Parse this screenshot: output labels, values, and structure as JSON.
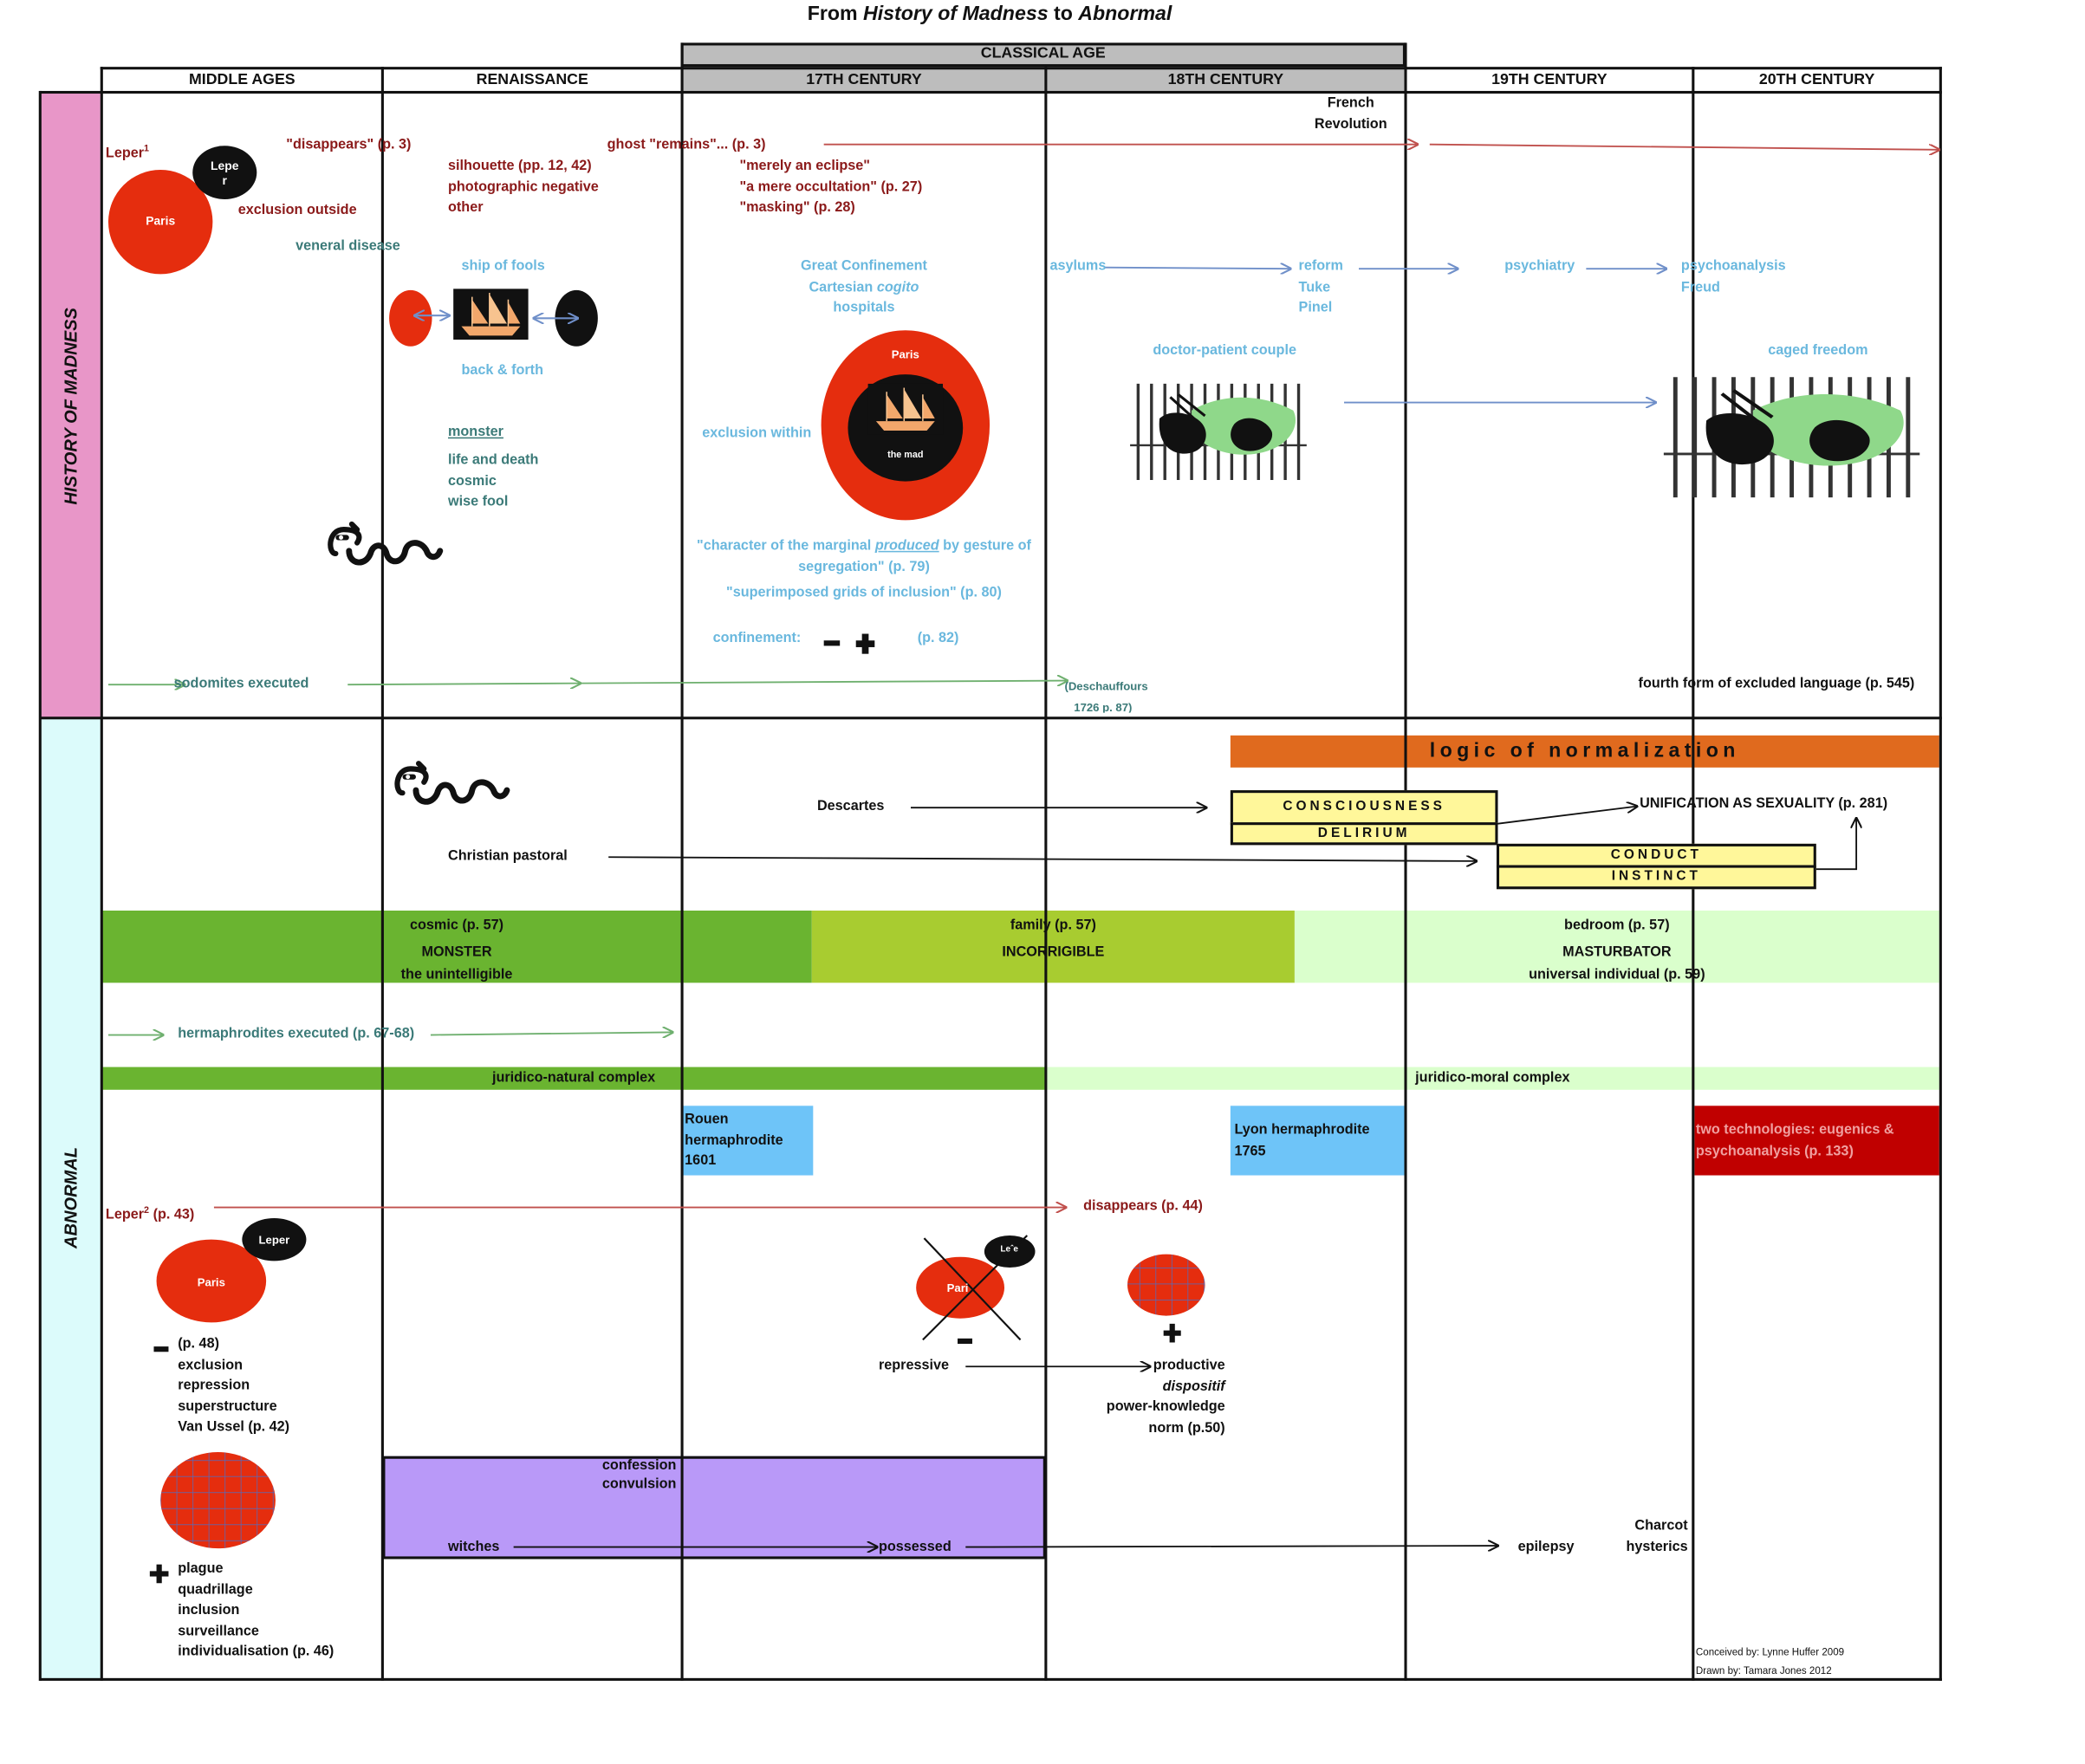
{
  "title": {
    "prefix": "From ",
    "italic1": "History of Madness",
    "middle": " to ",
    "italic2": "Abnormal"
  },
  "periods": {
    "classical_age": "CLASSICAL AGE",
    "middle_ages": "MIDDLE AGES",
    "renaissance": "RENAISSANCE",
    "c17": "17TH CENTURY",
    "c18": "18TH CENTURY",
    "c19": "19TH CENTURY",
    "c20": "20TH CENTURY"
  },
  "row_labels": {
    "madness": "HISTORY OF MADNESS",
    "abnormal": "ABNORMAL"
  },
  "madness": {
    "french_revolution": [
      "French",
      "Revolution"
    ],
    "leper1": "Leper",
    "leper1_sup": "1",
    "leper_circle": [
      "Lepe",
      "r"
    ],
    "paris": "Paris",
    "disappears": "\"disappears\" (p. 3)",
    "exclusion_outside": "exclusion outside",
    "veneral": "veneral disease",
    "ghost_remains": "ghost \"remains\"... (p. 3)",
    "silhouette": [
      "silhouette (pp. 12, 42)",
      "photographic negative",
      "other"
    ],
    "eclipse": [
      "\"merely an eclipse\"",
      "\"a mere occultation\" (p. 27)",
      "\"masking\" (p. 28)"
    ],
    "ship_of_fools": "ship of fools",
    "back_forth": "back & forth",
    "great_confinement": [
      "Great Confinement",
      "Cartesian ",
      "cogito",
      "hospitals"
    ],
    "asylums": "asylums",
    "reform": [
      "reform",
      "Tuke",
      "Pinel"
    ],
    "psychiatry": "psychiatry",
    "psychoanalysis": [
      "psychoanalysis",
      "Freud"
    ],
    "doctor_patient": "doctor-patient couple",
    "caged_freedom": "caged freedom",
    "exclusion_within": "exclusion within",
    "paris2": "Paris",
    "the_mad": "the mad",
    "monster": "monster",
    "life_death": [
      "life and death",
      "cosmic",
      "wise fool"
    ],
    "marginal": [
      "\"character of the marginal ",
      "produced",
      " by gesture of",
      "segregation\" (p. 79)"
    ],
    "superimposed": "\"superimposed grids of inclusion\" (p. 80)",
    "confinement": "confinement:",
    "p82": "(p. 82)",
    "sodomites": "sodomites executed",
    "deschauffours": [
      "(Deschauffours",
      "1726 p. 87)"
    ],
    "fourth_form": "fourth form of excluded language (p. 545)"
  },
  "abnormal": {
    "logic": "logic of normalization",
    "descartes": "Descartes",
    "consciousness": "CONSCIOUSNESS",
    "delirium": "DELIRIUM",
    "conduct": "CONDUCT",
    "instinct": "INSTINCT",
    "unification": "UNIFICATION AS SEXUALITY (p. 281)",
    "christian_pastoral": "Christian pastoral",
    "band_cosmic": [
      "cosmic (p. 57)",
      "MONSTER",
      "the unintelligible"
    ],
    "band_family": [
      "family (p. 57)",
      "INCORRIGIBLE"
    ],
    "band_bedroom": [
      "bedroom (p. 57)",
      "MASTURBATOR",
      "universal individual (p. 59)"
    ],
    "hermaphrodites": "hermaphrodites executed (p. 67-68)",
    "juridico_natural": "juridico-natural complex",
    "juridico_moral": "juridico-moral complex",
    "rouen": [
      "Rouen",
      "hermaphrodite",
      "1601"
    ],
    "lyon": [
      "Lyon hermaphrodite",
      "1765"
    ],
    "two_tech": [
      "two technologies: eugenics &",
      "psychoanalysis (p. 133)"
    ],
    "leper2": "Leper",
    "leper2_sup": "2",
    "leper2_page": " (p. 43)",
    "disappears2": "disappears (p. 44)",
    "leper_circle": "Leper",
    "paris": "Paris",
    "paris_crossed": "Pari",
    "leper_crossed": "Leˆe",
    "minus_list": [
      "(p. 48)",
      "exclusion",
      "repression",
      "superstructure",
      "Van Ussel (p. 42)"
    ],
    "repressive": "repressive",
    "productive": [
      "productive",
      "dispositif",
      "power-knowledge",
      "norm (p.50)"
    ],
    "plus_list": [
      "plague",
      "quadrillage",
      "inclusion",
      "surveillance",
      "individualisation (p. 46)"
    ],
    "confession": [
      "confession",
      "convulsion"
    ],
    "witches": "witches",
    "possessed": "possessed",
    "epilepsy": "epilepsy",
    "charcot": [
      "Charcot",
      "hysterics"
    ],
    "credits": [
      "Conceived by: Lynne Huffer 2009",
      "Drawn by: Tamara Jones 2012"
    ]
  },
  "colors": {
    "madness_row": "#e896c8",
    "abnormal_row": "#dcfbfb",
    "classical_header": "#bdbdbd",
    "dark_red": "#8b1a1a",
    "light_blue": "#6ab8de",
    "teal": "#3b7a78",
    "circle_red": "#e52d0e",
    "orange_bar": "#e06a1e",
    "yellow_box": "#fff79a",
    "green_dark": "#6ab430",
    "green_mid": "#a8cc30",
    "green_light": "#daffcc",
    "blue_box": "#6ec4f8",
    "red_box": "#c00000",
    "purple_box": "#b999f8"
  },
  "icons": [
    "ship-icon",
    "dragon-icon",
    "cage-icon",
    "minus-icon",
    "plus-icon",
    "grid-circle-icon"
  ]
}
